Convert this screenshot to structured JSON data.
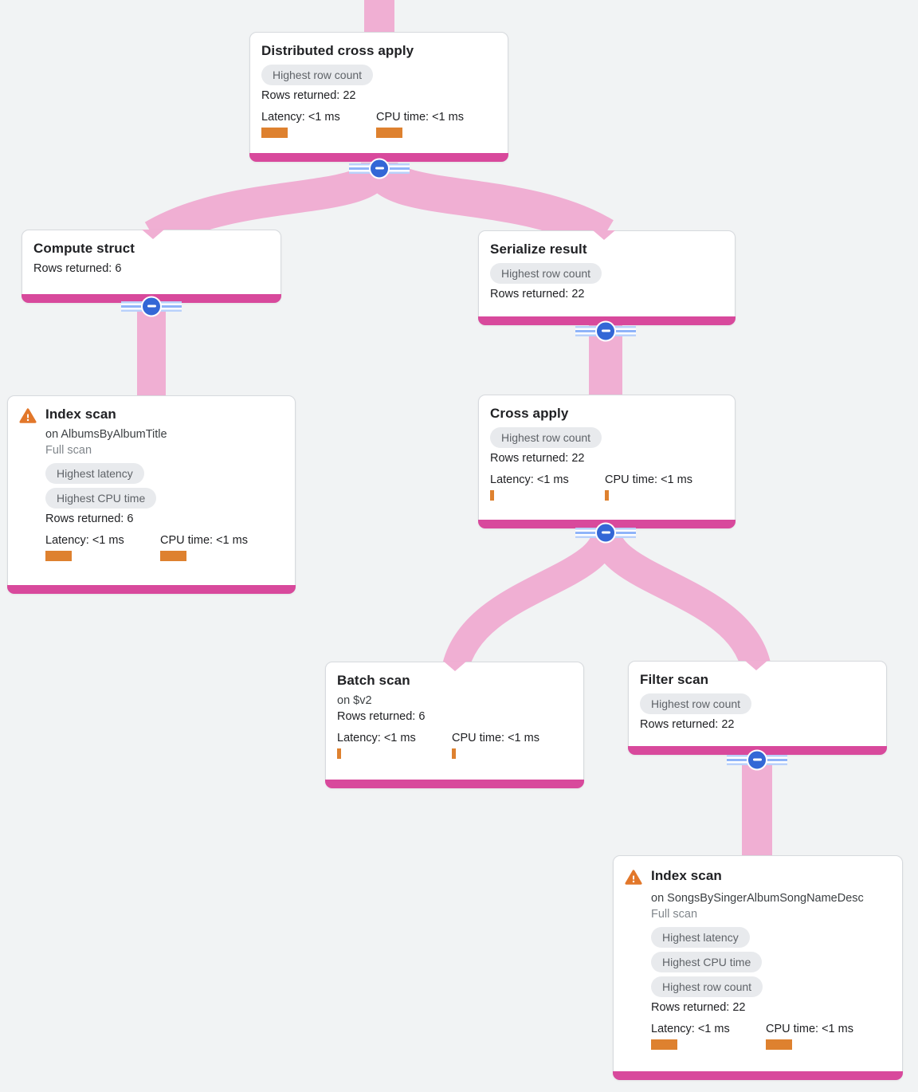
{
  "colors": {
    "background": "#F1F3F4",
    "flow_ribbon_pink": "#F0AFD3",
    "card_footer_magenta": "#D8499C",
    "badge_bg": "#E8EAED",
    "badge_text": "#5F6368",
    "metric_bar_orange": "#DE812F",
    "warning_orange": "#E2772A",
    "collapse_blue": "#3367D6",
    "text_primary": "#202124",
    "text_muted": "#80868B"
  },
  "nodes": [
    {
      "id": "distributed-cross-apply",
      "title": "Distributed cross apply",
      "badges": [
        "Highest row count"
      ],
      "rows": "Rows returned: 22",
      "latency": "Latency: <1 ms",
      "cpu": "CPU time: <1 ms",
      "latency_bar": "wide",
      "cpu_bar": "wide",
      "collapsible": true
    },
    {
      "id": "compute-struct",
      "title": "Compute struct",
      "rows": "Rows returned: 6",
      "collapsible": true
    },
    {
      "id": "serialize-result",
      "title": "Serialize result",
      "badges": [
        "Highest row count"
      ],
      "rows": "Rows returned: 22",
      "collapsible": true
    },
    {
      "id": "index-scan-albums",
      "title": "Index scan",
      "warning": true,
      "subtitle": "on AlbumsByAlbumTitle",
      "scan_mode": "Full scan",
      "badges": [
        "Highest latency",
        "Highest CPU time"
      ],
      "rows": "Rows returned: 6",
      "latency": "Latency: <1 ms",
      "cpu": "CPU time: <1 ms",
      "latency_bar": "wide",
      "cpu_bar": "wide",
      "collapsible": false
    },
    {
      "id": "cross-apply",
      "title": "Cross apply",
      "badges": [
        "Highest row count"
      ],
      "rows": "Rows returned: 22",
      "latency": "Latency: <1 ms",
      "cpu": "CPU time: <1 ms",
      "latency_bar": "thin",
      "cpu_bar": "thin",
      "collapsible": true
    },
    {
      "id": "batch-scan",
      "title": "Batch scan",
      "subtitle": "on $v2",
      "rows": "Rows returned: 6",
      "latency": "Latency: <1 ms",
      "cpu": "CPU time: <1 ms",
      "latency_bar": "thin",
      "cpu_bar": "thin",
      "collapsible": false
    },
    {
      "id": "filter-scan",
      "title": "Filter scan",
      "badges": [
        "Highest row count"
      ],
      "rows": "Rows returned: 22",
      "collapsible": true
    },
    {
      "id": "index-scan-songs",
      "title": "Index scan",
      "warning": true,
      "subtitle": "on SongsBySingerAlbumSongNameDesc",
      "scan_mode": "Full scan",
      "badges": [
        "Highest latency",
        "Highest CPU time",
        "Highest row count"
      ],
      "rows": "Rows returned: 22",
      "latency": "Latency: <1 ms",
      "cpu": "CPU time: <1 ms",
      "latency_bar": "wide",
      "cpu_bar": "wide",
      "collapsible": false
    }
  ],
  "edges": [
    {
      "from": "parent-stream",
      "to": "distributed-cross-apply"
    },
    {
      "from": "distributed-cross-apply",
      "to": "compute-struct"
    },
    {
      "from": "distributed-cross-apply",
      "to": "serialize-result"
    },
    {
      "from": "compute-struct",
      "to": "index-scan-albums"
    },
    {
      "from": "serialize-result",
      "to": "cross-apply"
    },
    {
      "from": "cross-apply",
      "to": "batch-scan"
    },
    {
      "from": "cross-apply",
      "to": "filter-scan"
    },
    {
      "from": "filter-scan",
      "to": "index-scan-songs"
    }
  ]
}
